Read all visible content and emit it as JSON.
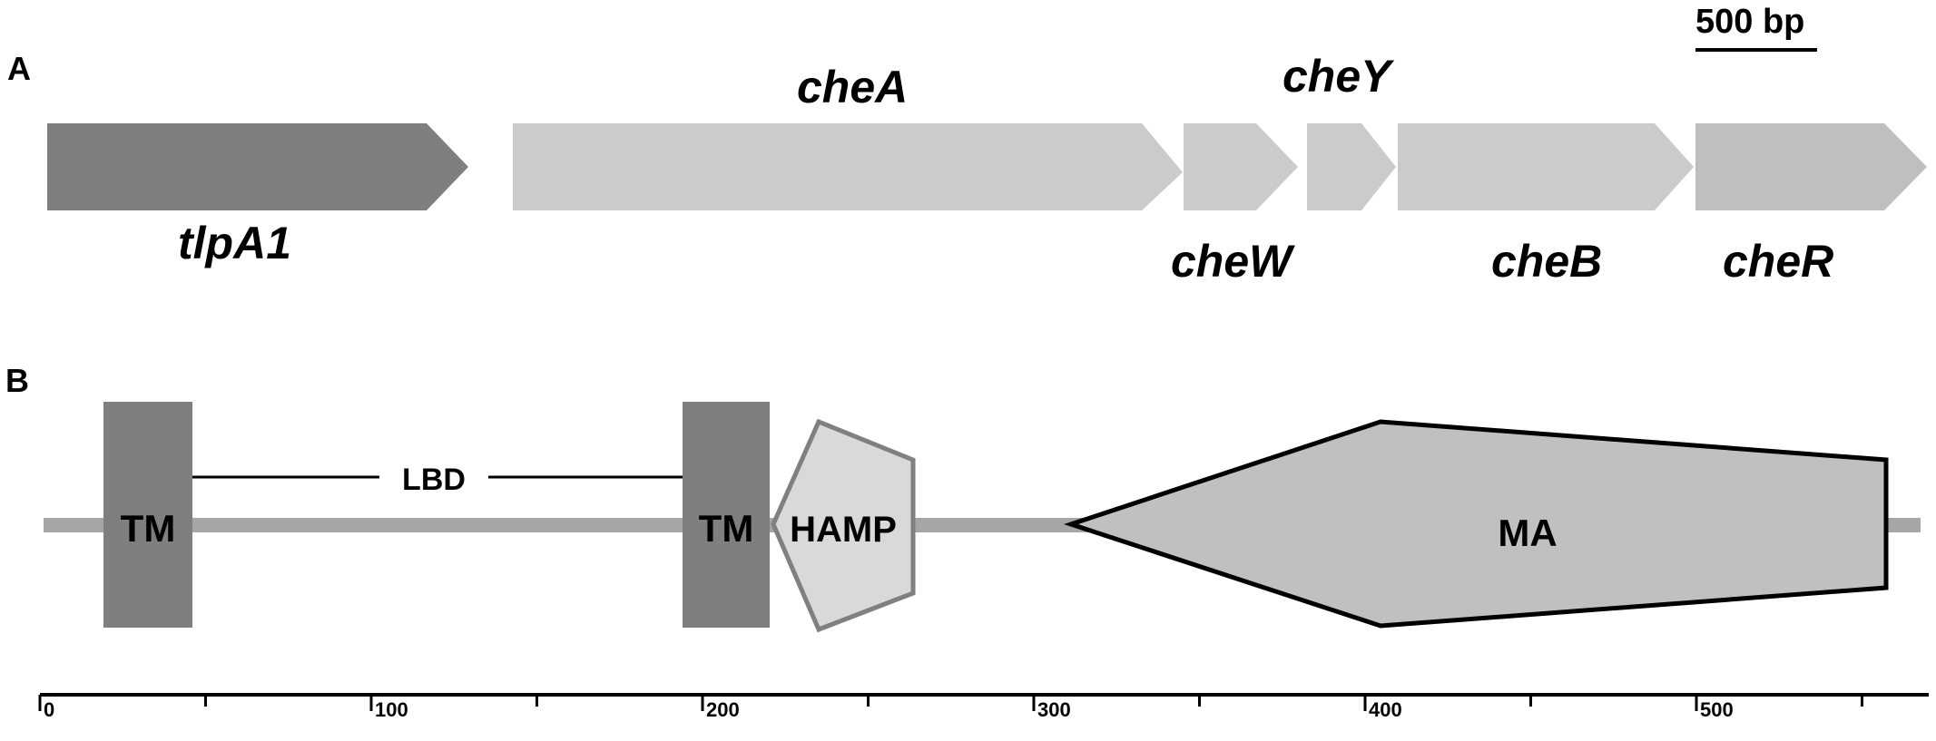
{
  "panels": {
    "a_label": "A",
    "b_label": "B"
  },
  "scale_bar": {
    "label": "500 bp"
  },
  "genes": [
    {
      "name": "tlpA1",
      "color": "#7f7f7f"
    },
    {
      "name": "cheA",
      "color": "#cbcbcb"
    },
    {
      "name": "cheW",
      "color": "#cbcbcb"
    },
    {
      "name": "cheY",
      "color": "#cbcbcb"
    },
    {
      "name": "cheB",
      "color": "#cbcbcb"
    },
    {
      "name": "cheR",
      "color": "#bfbfbf"
    }
  ],
  "protein": {
    "backbone_color": "#a6a6a6",
    "lbd_label": "LBD",
    "domains": [
      {
        "label": "TM",
        "color": "#7f7f7f"
      },
      {
        "label": "TM",
        "color": "#7f7f7f"
      },
      {
        "label": "HAMP",
        "color": "#d9d9d9",
        "stroke": "#808080"
      },
      {
        "label": "MA",
        "color": "#c0c0c0",
        "stroke": "#000000"
      }
    ]
  },
  "axis": {
    "tick_labels": [
      "0",
      "100",
      "200",
      "300",
      "400",
      "500"
    ]
  }
}
